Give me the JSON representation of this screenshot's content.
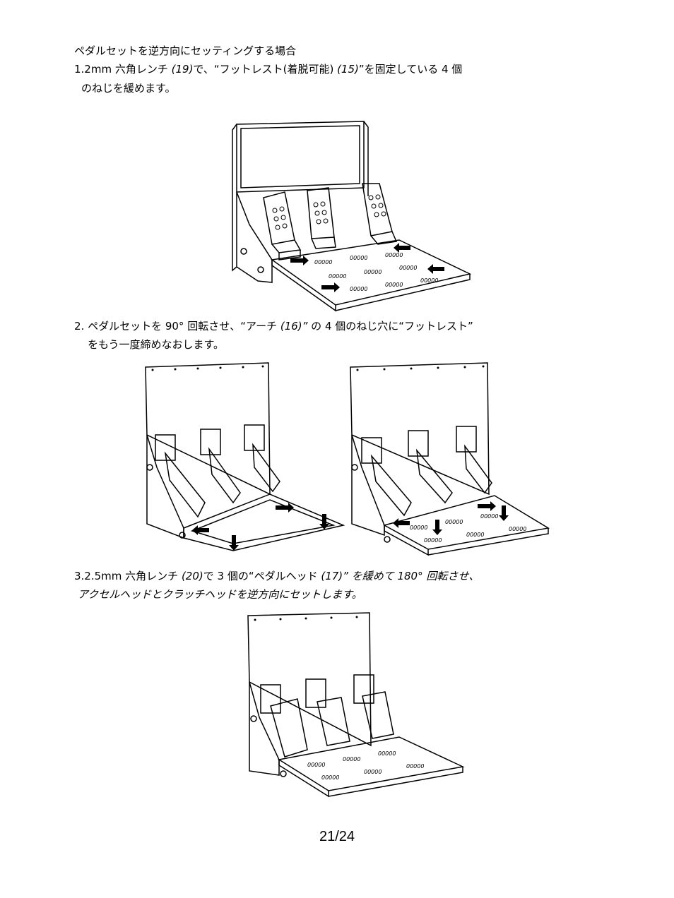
{
  "section": {
    "heading": "ペダルセットを逆方向にセッティングする場合"
  },
  "steps": [
    {
      "line1_a": "1.2mm 六角レンチ ",
      "line1_b": "(19)",
      "line1_c": "で、“フットレスト(着脱可能) ",
      "line1_d": "(15)",
      "line1_e": "”を固定している 4 個",
      "line2": "のねじを緩めます。"
    },
    {
      "line1_a": "2. ペダルセットを 90° 回転させ、“アーチ ",
      "line1_b": "(16)”",
      "line1_c": " の 4 個のねじ穴に“フットレスト”",
      "line2": "をもう一度締めなおします。"
    },
    {
      "line1_a": "3.2.5mm 六角レンチ ",
      "line1_b": "(20)",
      "line1_c": "で 3 個の“ペダルヘッド ",
      "line1_d": "(17)” を緩めて 180°  回転させ、",
      "line2": "アクセルヘッドとクラッチヘッドを逆方向にセットします。"
    }
  ],
  "footer": {
    "page": "21/24"
  },
  "plate_pattern": "00000"
}
